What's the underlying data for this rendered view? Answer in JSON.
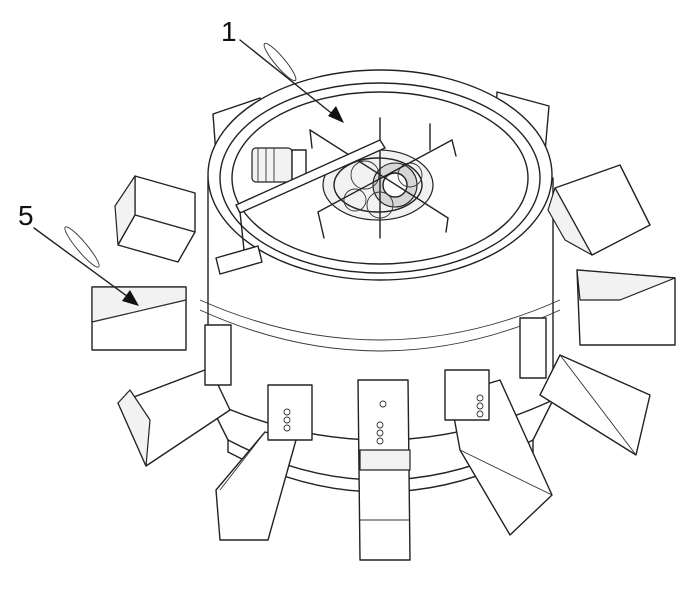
{
  "callouts": [
    {
      "id": "1",
      "label": "1"
    },
    {
      "id": "5",
      "label": "5"
    }
  ],
  "colors": {
    "line": "#222222",
    "background": "#ffffff"
  }
}
